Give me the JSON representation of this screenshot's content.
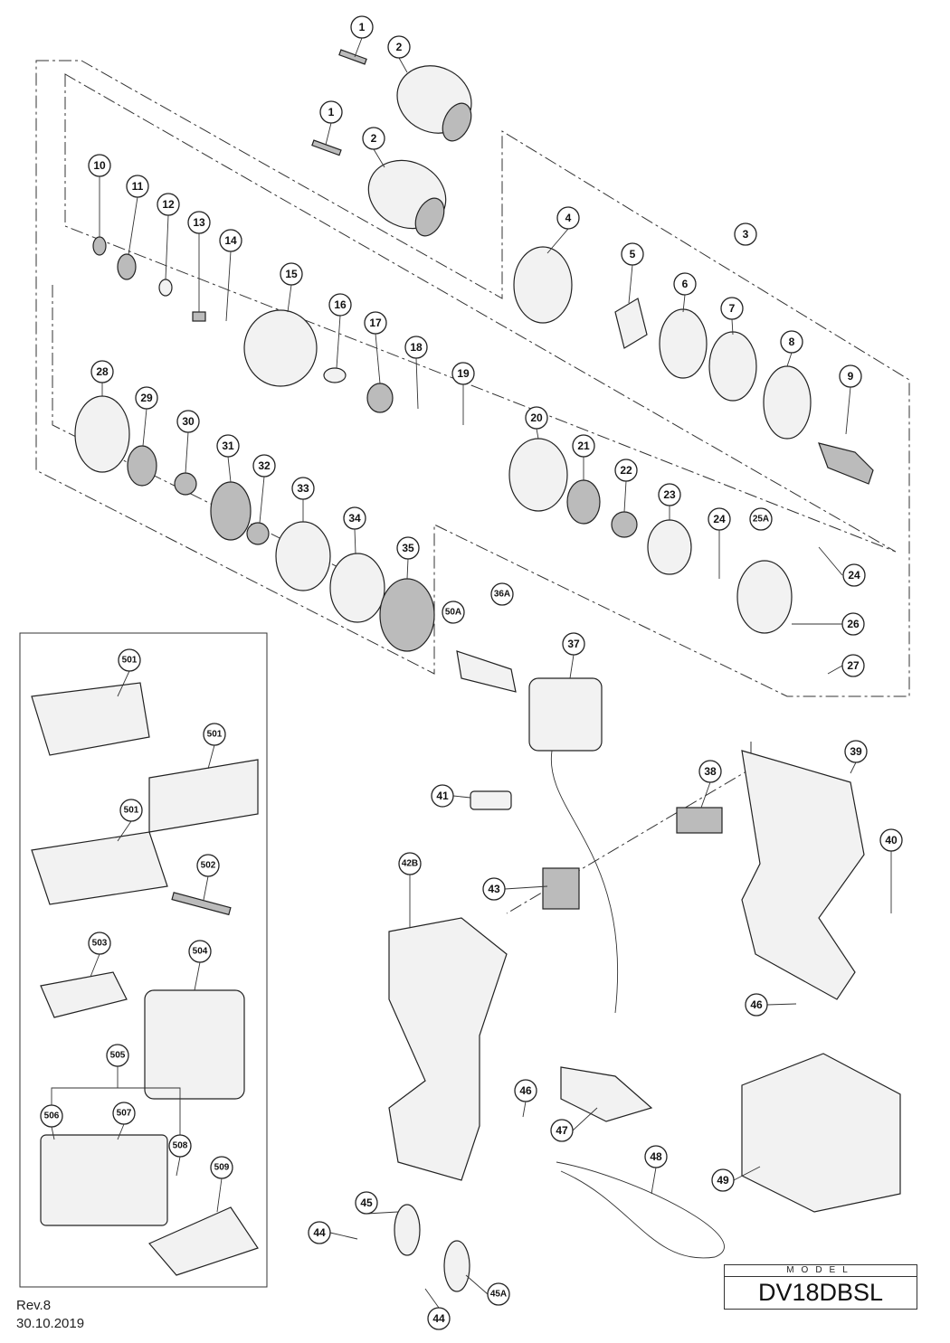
{
  "callouts": [
    {
      "id": "1"
    },
    {
      "id": "2"
    },
    {
      "id": "1"
    },
    {
      "id": "2"
    },
    {
      "id": "10"
    },
    {
      "id": "11"
    },
    {
      "id": "12"
    },
    {
      "id": "13"
    },
    {
      "id": "14"
    },
    {
      "id": "15"
    },
    {
      "id": "16"
    },
    {
      "id": "17"
    },
    {
      "id": "18"
    },
    {
      "id": "19"
    },
    {
      "id": "20"
    },
    {
      "id": "21"
    },
    {
      "id": "22"
    },
    {
      "id": "23"
    },
    {
      "id": "24"
    },
    {
      "id": "25A"
    },
    {
      "id": "24"
    },
    {
      "id": "26"
    },
    {
      "id": "27"
    },
    {
      "id": "4"
    },
    {
      "id": "5"
    },
    {
      "id": "6"
    },
    {
      "id": "7"
    },
    {
      "id": "8"
    },
    {
      "id": "9"
    },
    {
      "id": "3"
    },
    {
      "id": "28"
    },
    {
      "id": "29"
    },
    {
      "id": "30"
    },
    {
      "id": "31"
    },
    {
      "id": "32"
    },
    {
      "id": "33"
    },
    {
      "id": "34"
    },
    {
      "id": "35"
    },
    {
      "id": "50A"
    },
    {
      "id": "36A"
    },
    {
      "id": "37"
    },
    {
      "id": "38"
    },
    {
      "id": "39"
    },
    {
      "id": "40"
    },
    {
      "id": "41"
    },
    {
      "id": "42B"
    },
    {
      "id": "43"
    },
    {
      "id": "46"
    },
    {
      "id": "46"
    },
    {
      "id": "47"
    },
    {
      "id": "48"
    },
    {
      "id": "49"
    },
    {
      "id": "45"
    },
    {
      "id": "44"
    },
    {
      "id": "45A"
    },
    {
      "id": "44"
    },
    {
      "id": "501"
    },
    {
      "id": "501"
    },
    {
      "id": "501"
    },
    {
      "id": "502"
    },
    {
      "id": "503"
    },
    {
      "id": "504"
    },
    {
      "id": "505"
    },
    {
      "id": "506"
    },
    {
      "id": "507"
    },
    {
      "id": "508"
    },
    {
      "id": "509"
    }
  ],
  "footer": {
    "revision": "Rev.8",
    "date": "30.10.2019"
  },
  "model": {
    "label": "MODEL",
    "name": "DV18DBSL"
  }
}
